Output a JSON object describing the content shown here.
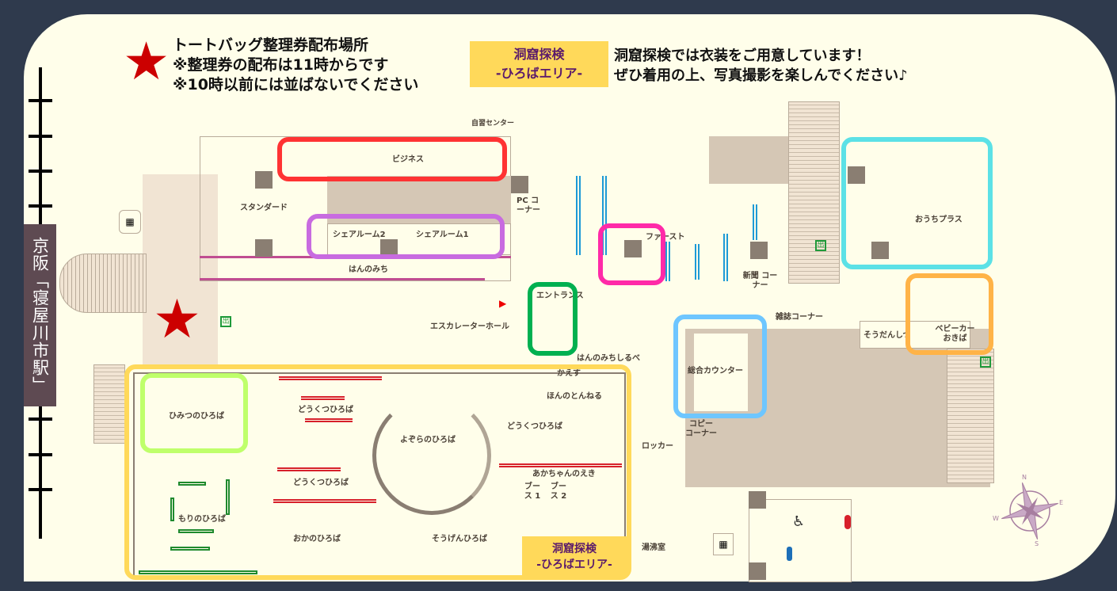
{
  "legend": {
    "star_icon": "star-icon",
    "star_color": "#cc0000",
    "lines": [
      "トートバッグ整理券配布場所",
      "※整理券の配布は11時からです",
      "※10時以前には並ばないでください"
    ]
  },
  "cave_badge": {
    "line1": "洞窟探検",
    "line2": "-ひろばエリア-",
    "bg": "#ffd95a",
    "text_color": "#5a1a6b"
  },
  "cave_note": [
    "洞窟探検では衣装をご用意しています！",
    "ぜひ着用の上、写真撮影を楽しんでください♪"
  ],
  "station": "京阪「寝屋川市駅」",
  "map": {
    "jishu": "自習センター",
    "business": "ビジネス",
    "standard": "スタンダード",
    "share2": "シェアルーム2",
    "share1": "シェアルーム1",
    "honnomichi": "はんのみち",
    "pc": "PC コーナー",
    "first": "ファースト",
    "entrance": "エントランス",
    "escalator": "エスカレーターホール",
    "shirube": "はんのみちしるべ",
    "kaesu": "かえす",
    "tunnel": "ほんのとんねる",
    "doukutsu1": "どうくつひろば",
    "doukutsu2": "どうくつひろば",
    "doukutsu3": "どうくつひろば",
    "yozora": "よぞらのひろば",
    "himitsu": "ひみつのひろば",
    "akachan": "あかちゃんのえき",
    "booth1": "ブース 1",
    "booth2": "ブース 2",
    "locker": "ロッカー",
    "mori": "もりのひろば",
    "oka": "おかのひろば",
    "sougen": "そうげんひろば",
    "yuwakashi": "湯沸室",
    "ouchi": "おうちプラス",
    "shinbun": "新聞 コーナー",
    "zasshi": "雑誌コーナー",
    "soudan": "そうだんしつ",
    "babycar": "ベビーカー おきば",
    "counter": "総合カウンター",
    "copy": "コピー コーナー"
  },
  "compass": {
    "n": "N",
    "e": "E",
    "s": "S",
    "w": "W"
  },
  "highlight_colors": {
    "business": "#ff3333",
    "share": "#c86be0",
    "first": "#ff2aa8",
    "entrance": "#00b050",
    "ouchi": "#5ce1e6",
    "babycar": "#ffb347",
    "counter": "#6ec6ff",
    "hiroba": "#ffd95a",
    "himitsu": "#bfff6b"
  }
}
